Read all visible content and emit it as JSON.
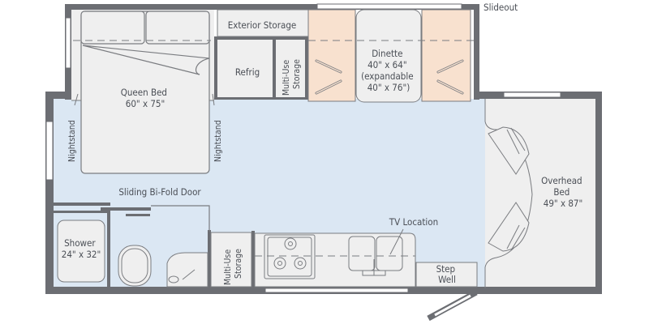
{
  "diagram": {
    "type": "rv-floor-plan",
    "colors": {
      "wall": "#6c6e73",
      "living_floor": "#dbe7f3",
      "furniture": "#efefef",
      "furniture_stroke": "#7a7c80",
      "dinette_seat": "#f8e1cf",
      "window": "#ffffff",
      "text": "#4a4e55"
    },
    "labels": {
      "slideout": "Slideout",
      "exterior_storage": "Exterior Storage",
      "refrig": "Refrig",
      "multi_use_storage_top": [
        "Multi-Use",
        "Storage"
      ],
      "queen_bed": [
        "Queen Bed",
        "60\" x 75\""
      ],
      "nightstand_left": "Nightstand",
      "nightstand_right": "Nightstand",
      "dinette": [
        "Dinette",
        "40\" x 64\"",
        "(expandable",
        "40\" x 76\")"
      ],
      "overhead_bed": [
        "Overhead",
        "Bed",
        "49\" x 87\""
      ],
      "sliding_door": "Sliding Bi-Fold Door",
      "shower": [
        "Shower",
        "24\" x 32\""
      ],
      "multi_use_storage_bottom": [
        "Multi-Use",
        "Storage"
      ],
      "tv_location": "TV Location",
      "step_well": [
        "Step",
        "Well"
      ]
    }
  }
}
